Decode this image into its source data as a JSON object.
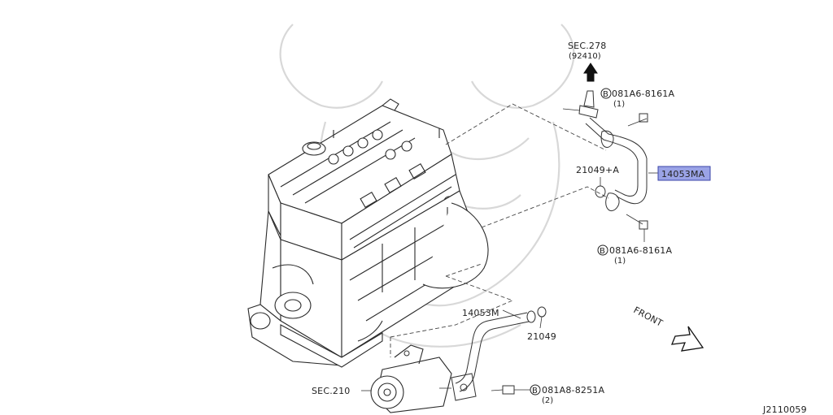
{
  "labels": {
    "sec278": "SEC.278",
    "sec278_ref": "(92410)",
    "bolt_top": "081A6-8161A",
    "bolt_top_qty": "(1)",
    "part_21049a": "21049+A",
    "part_14053ma": "14053MA",
    "bolt_mid": "081A6-8161A",
    "bolt_mid_qty": "(1)",
    "part_14053m": "14053M",
    "part_21049": "21049",
    "front": "FRONT",
    "sec210": "SEC.210",
    "bolt_bottom": "081A8-8251A",
    "bolt_bottom_qty": "(2)",
    "diagram_id": "J2110059",
    "bolt_marker": "B"
  },
  "colors": {
    "highlight_fill": "#9aa3e6",
    "highlight_stroke": "#3b44a8",
    "line": "#333333",
    "watermark": "#d8d8d8"
  }
}
